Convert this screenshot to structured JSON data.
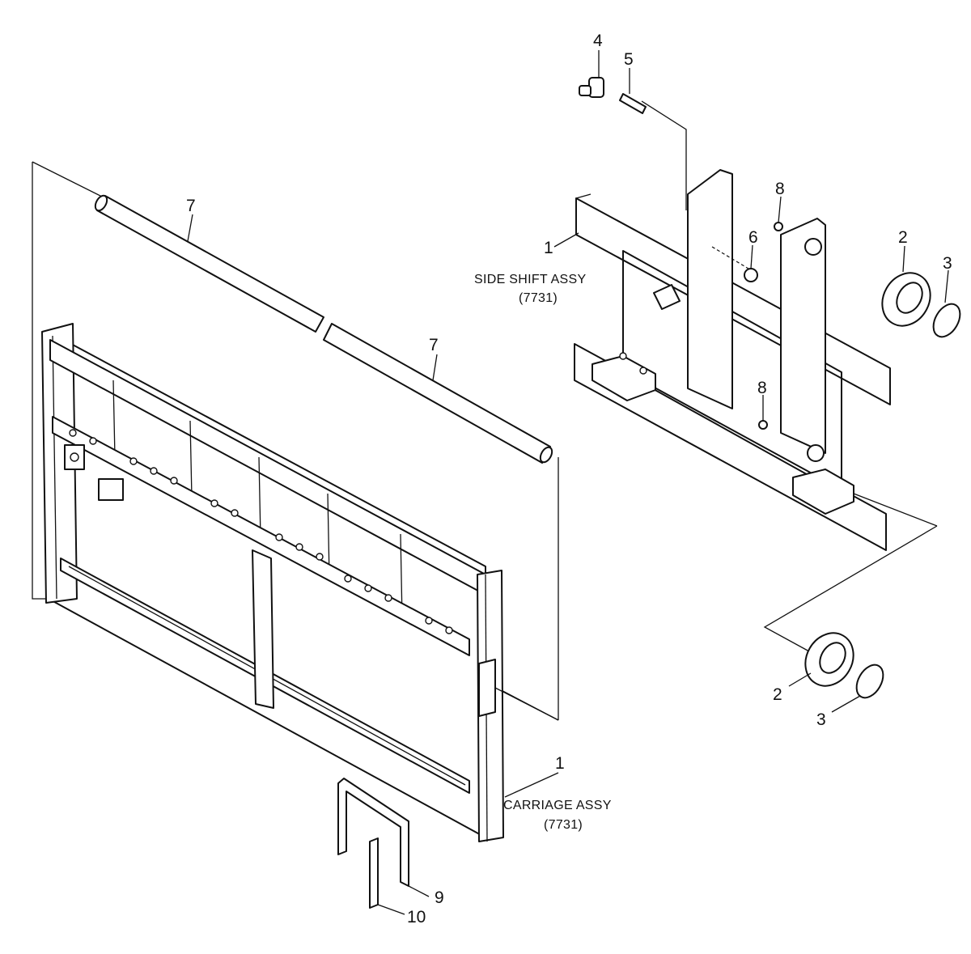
{
  "callouts": {
    "c1a": "1",
    "c1b": "1",
    "c2a": "2",
    "c2b": "2",
    "c3a": "3",
    "c3b": "3",
    "c4": "4",
    "c5": "5",
    "c6": "6",
    "c7a": "7",
    "c7b": "7",
    "c8a": "8",
    "c8b": "8",
    "c9": "9",
    "c10": "10"
  },
  "assemblies": {
    "side_shift": {
      "name": "SIDE SHIFT ASSY",
      "code": "(7731)"
    },
    "carriage": {
      "name": "CARRIAGE ASSY",
      "code": "(7731)"
    }
  }
}
